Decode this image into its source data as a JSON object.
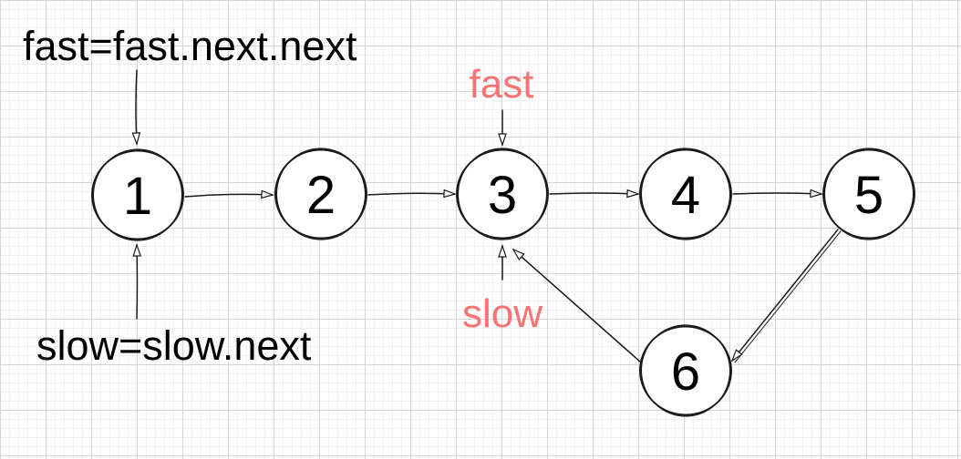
{
  "diagram": {
    "type": "linked-list-cycle",
    "annotations": {
      "fast_update_statement": "fast=fast.next.next",
      "slow_update_statement": "slow=slow.next",
      "fast_pointer_label": "fast",
      "slow_pointer_label": "slow",
      "fast_pointer_at_node": "3",
      "slow_pointer_at_node": "3",
      "statement_arrows_point_to_node": "1"
    },
    "nodes": [
      {
        "label": "1"
      },
      {
        "label": "2"
      },
      {
        "label": "3"
      },
      {
        "label": "4"
      },
      {
        "label": "5"
      },
      {
        "label": "6"
      }
    ],
    "edges": [
      {
        "from": "1",
        "to": "2"
      },
      {
        "from": "2",
        "to": "3"
      },
      {
        "from": "3",
        "to": "4"
      },
      {
        "from": "4",
        "to": "5"
      },
      {
        "from": "5",
        "to": "6"
      },
      {
        "from": "6",
        "to": "3"
      }
    ],
    "colors": {
      "pointer_label": "#f87373",
      "ink": "#1a1a1a",
      "grid_major": "#d6d6da",
      "grid_minor": "#f0f0f3",
      "background": "#ffffff"
    }
  }
}
